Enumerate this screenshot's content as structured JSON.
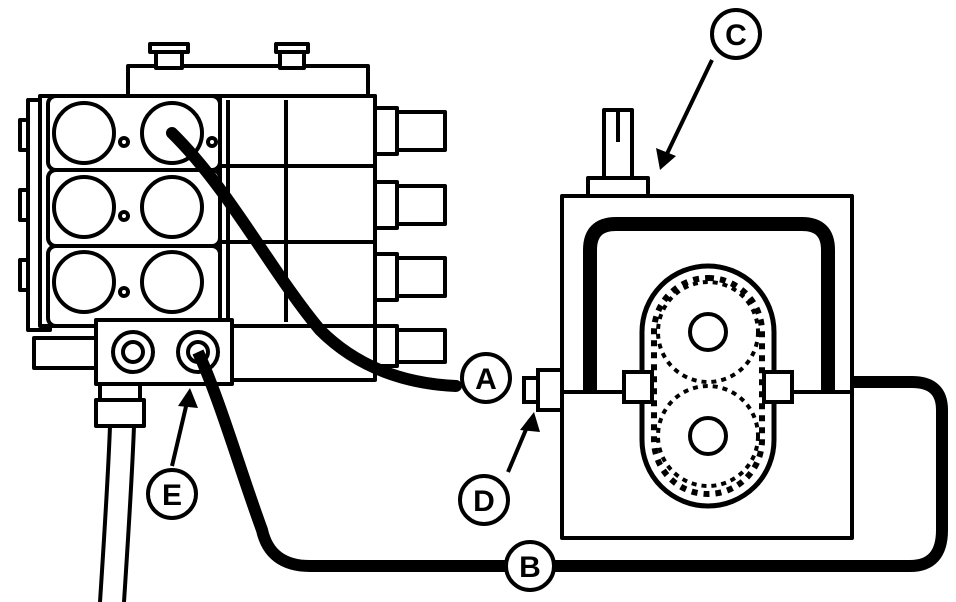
{
  "diagram": {
    "colors": {
      "ink": "#000000",
      "paper": "#ffffff"
    },
    "callouts": {
      "a": "A",
      "b": "B",
      "c": "C",
      "d": "D",
      "e": "E"
    }
  }
}
